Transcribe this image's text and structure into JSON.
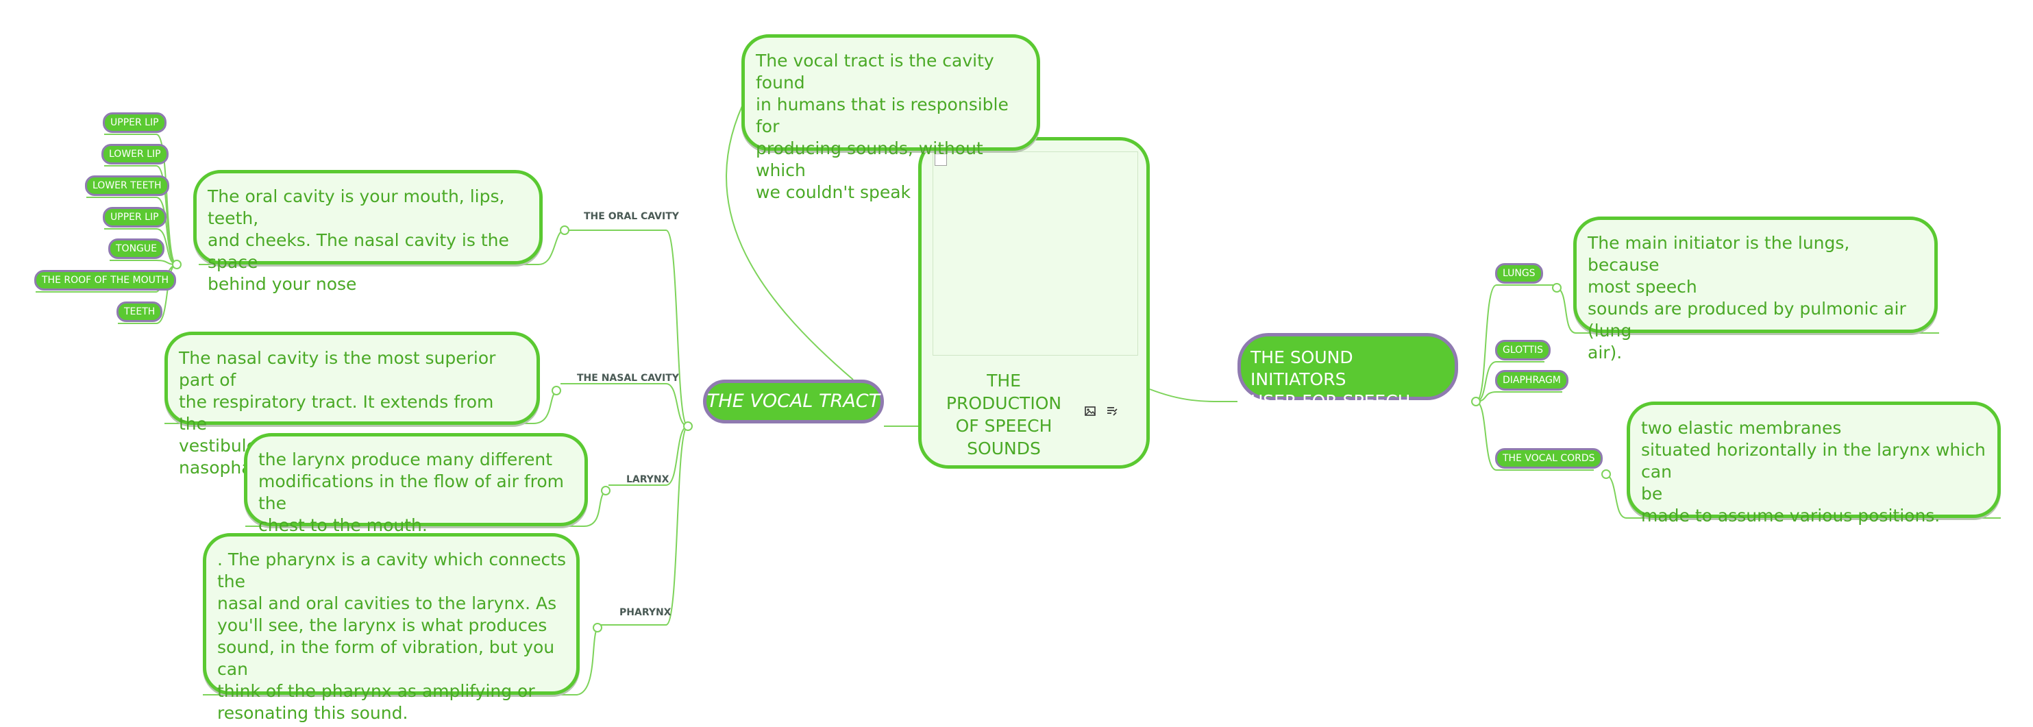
{
  "central_node": {
    "title": "THE\nPRODUCTION\nOF SPEECH\nSOUNDS",
    "image_icon": "image-icon",
    "notes_icon": "notes-icon"
  },
  "vocal_tract": {
    "title": "THE VOCAL TRACT",
    "note": "The vocal tract is the cavity found\nin humans that is responsible for\nproducing sounds, without which\nwe couldn't speak",
    "branches": {
      "oral_cavity": {
        "label": "THE ORAL CAVITY",
        "note": "The oral cavity is your mouth, lips, teeth,\nand cheeks. The nasal cavity is the space\nbehind your nose",
        "items": [
          "UPPER LIP",
          "LOWER LIP",
          "LOWER TEETH",
          "UPPER LIP",
          "TONGUE",
          "THE ROOF OF THE MOUTH",
          "TEETH"
        ]
      },
      "nasal_cavity": {
        "label": "THE NASAL CAVITY",
        "note": "The nasal cavity is the most superior part of\nthe respiratory tract. It extends from the\nvestibule of the nose to the nasopharynx"
      },
      "larynx": {
        "label": "LARYNX",
        "note": "the larynx produce many different\nmodifications in the flow of air from the\nchest to the mouth."
      },
      "pharynx": {
        "label": "PHARYNX",
        "note": ". The pharynx is a cavity which connects the\nnasal and oral cavities to the larynx. As\nyou'll see, the larynx is what produces\nsound, in the form of vibration, but you can\nthink of the pharynx as amplifying or\nresonating this sound."
      }
    }
  },
  "sound_initiators": {
    "title": "THE SOUND INITIATORS\nUSER FOR SPEECH",
    "branches": {
      "lungs": {
        "label": "LUNGS",
        "note": "The main initiator is the lungs, because\nmost speech\nsounds are produced by pulmonic air (lung\nair)."
      },
      "glottis": {
        "label": "GLOTTIS"
      },
      "diaphragm": {
        "label": "DIAPHRAGM"
      },
      "vocal_cords": {
        "label": "THE VOCAL CORDS",
        "note": "two elastic membranes\nsituated horizontally in the larynx which can\nbe\nmade to assume various positions."
      }
    }
  },
  "colors": {
    "node_fill": "#5ac931",
    "node_border": "#8f7ab0",
    "bubble_fill": "#effcea",
    "bubble_border": "#5ac931",
    "text_green": "#4aa926",
    "link": "#7dd35a",
    "label_text": "#4a5a55"
  }
}
